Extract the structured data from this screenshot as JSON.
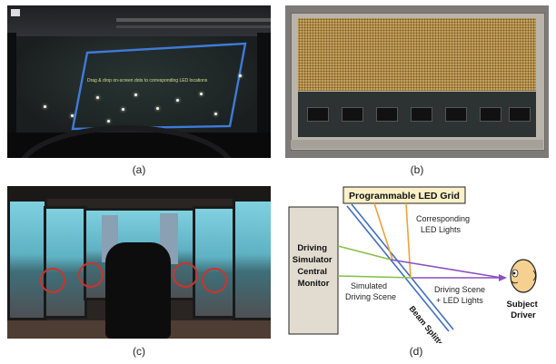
{
  "captions": {
    "a": "(a)",
    "b": "(b)",
    "c": "(c)",
    "d": "(d)"
  },
  "panel_a": {
    "overlay_text": "Drag & drop on-screen dots to corresponding LED locations"
  },
  "diagram": {
    "led_grid_label": "Programmable LED Grid",
    "monitor_label": [
      "Driving",
      "Simulator",
      "Central",
      "Monitor"
    ],
    "corresponding_label": [
      "Corresponding",
      "LED Lights"
    ],
    "simulated_label": [
      "Simulated",
      "Driving Scene"
    ],
    "driving_scene_label": [
      "Driving Scene",
      "+ LED Lights"
    ],
    "beam_splitter_label": "Beam Splitter",
    "driver_label": [
      "Subject",
      "Driver"
    ],
    "colors": {
      "green": "#8bbf4a",
      "orange": "#f2a03a",
      "purple": "#8a4fc2",
      "splitter": "#3f6fc6",
      "monitor_fill": "#e2dcd0",
      "grid_fill": "#fbf0c8",
      "face": "#f5d090"
    }
  }
}
